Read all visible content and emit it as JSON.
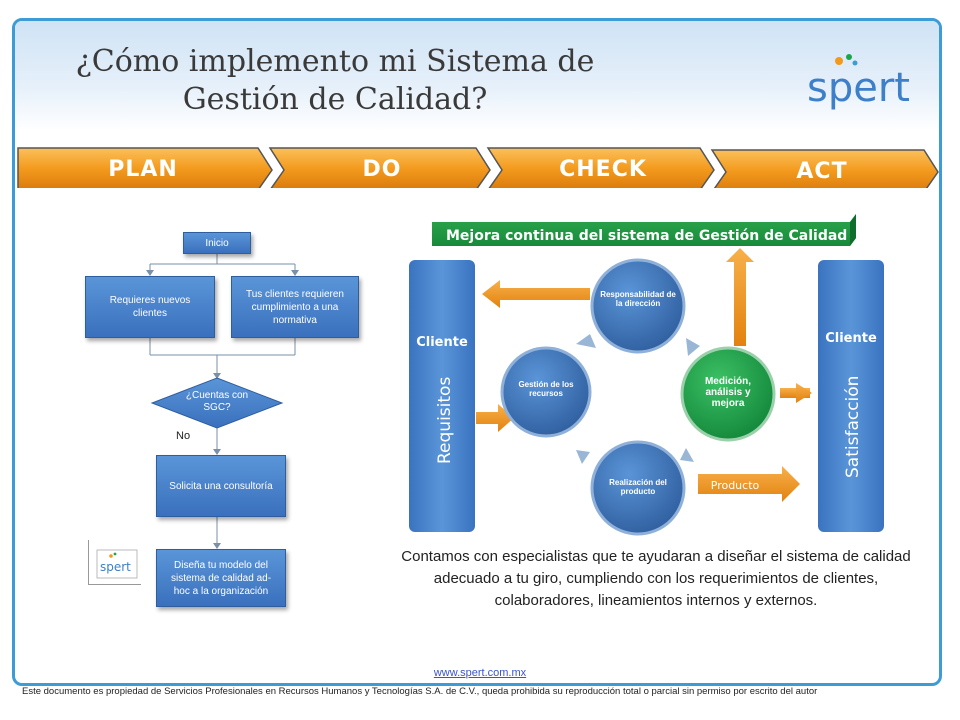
{
  "header": {
    "title_line1": "¿Cómo implemento mi Sistema de",
    "title_line2": "Gestión de Calidad?",
    "logo_text": "spert"
  },
  "pdca": {
    "phases": [
      "PLAN",
      "DO",
      "CHECK",
      "ACT"
    ],
    "color": "#f39a1d"
  },
  "flowchart": {
    "start": "Inicio",
    "branch_left": "Requieres nuevos clientes",
    "branch_right": "Tus clientes requieren cumplimiento a una normativa",
    "decision": "¿Cuentas con SGC?",
    "decision_no": "No",
    "step1": "Solicita una consultoría",
    "step2": "Diseña tu modelo del sistema de calidad ad-hoc a la organización",
    "mini_logo_text": "spert"
  },
  "quality_model": {
    "banner": "Mejora continua del sistema de Gestión de Calidad",
    "left_column_title": "Cliente",
    "left_column_label": "Requisitos",
    "right_column_title": "Cliente",
    "right_column_label": "Satisfacción",
    "circle_top": "Responsabilidad de la dirección",
    "circle_left": "Gestión de los recursos",
    "circle_right": "Medición, análisis y mejora",
    "circle_bottom": "Realización del producto",
    "output_arrow": "Producto"
  },
  "body_text": "Contamos con especialistas que te ayudaran a diseñar el sistema de calidad adecuado a tu giro, cumpliendo con los requerimientos de clientes, colaboradores, lineamientos internos y externos.",
  "footer": {
    "link": "www.spert.com.mx",
    "disclaimer": "Este documento es propiedad de Servicios Profesionales en Recursos Humanos y Tecnologías S.A. de C.V., queda prohibida su reproducción total o parcial sin permiso por escrito del autor"
  },
  "colors": {
    "frame": "#3d9bd6",
    "flow_blue": "#3a70bd",
    "green": "#1aa64a",
    "orange": "#f39a1d"
  }
}
